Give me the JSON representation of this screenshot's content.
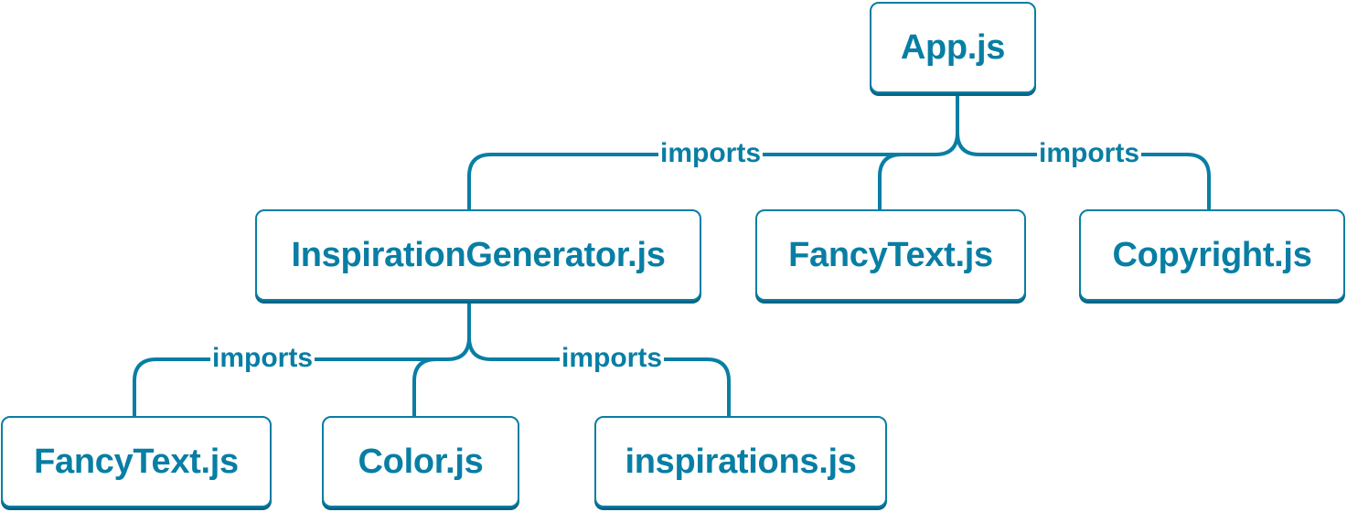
{
  "diagram": {
    "accent_color": "#087ea4",
    "shadow_color": "#0a6485",
    "nodes": {
      "app": {
        "label": "App.js"
      },
      "inspiration_generator": {
        "label": "InspirationGenerator.js"
      },
      "fancy_text_top": {
        "label": "FancyText.js"
      },
      "copyright": {
        "label": "Copyright.js"
      },
      "fancy_text_bottom": {
        "label": "FancyText.js"
      },
      "color": {
        "label": "Color.js"
      },
      "inspirations": {
        "label": "inspirations.js"
      }
    },
    "edge_labels": {
      "app_to_inspiration_generator": "imports",
      "app_to_copyright": "imports",
      "inspiration_generator_to_fancy_text": "imports",
      "inspiration_generator_to_inspirations": "imports"
    }
  }
}
